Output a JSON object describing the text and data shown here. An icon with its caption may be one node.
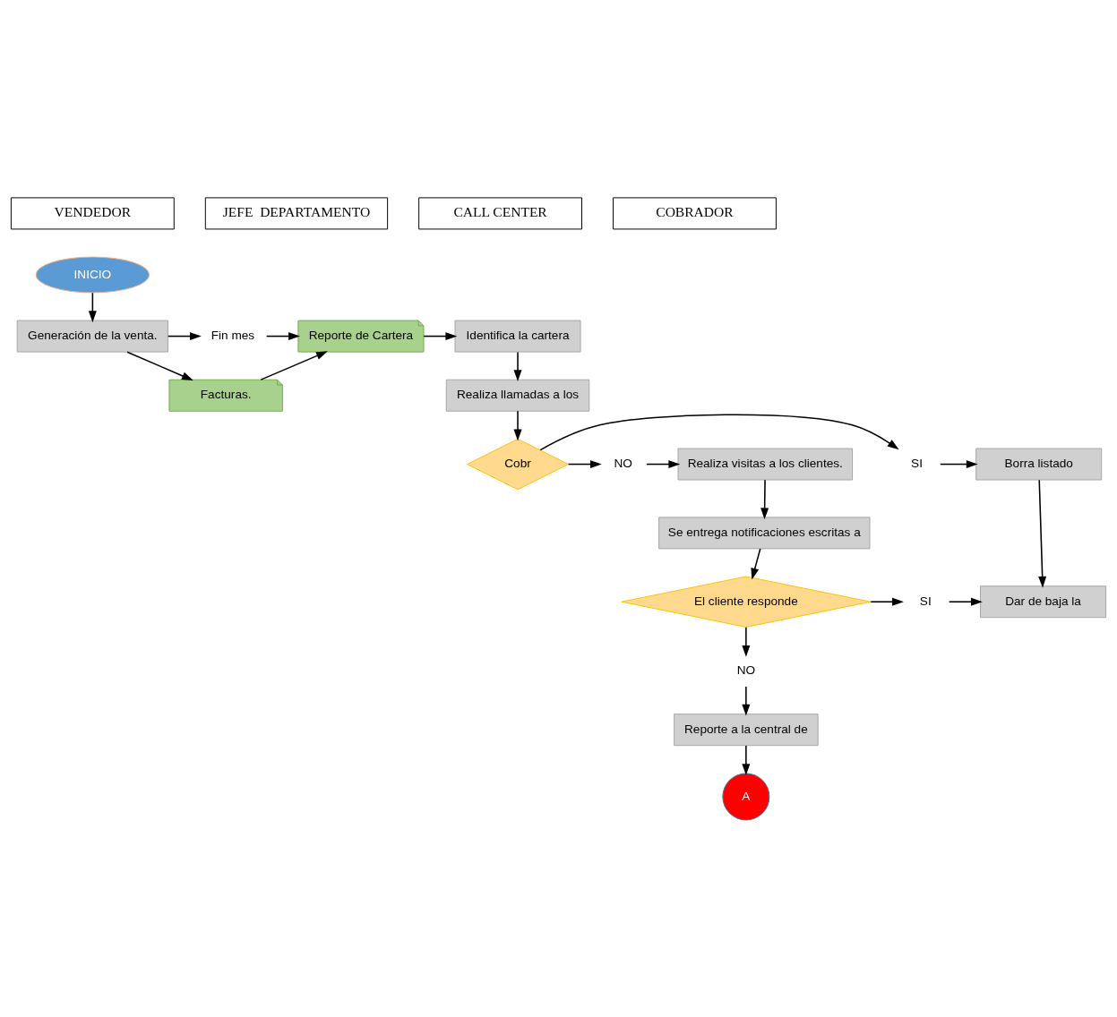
{
  "diagram": {
    "nodes": [
      {
        "text": [
          "INICIO"
        ]
      },
      {
        "text": [
          "Generación de la venta."
        ]
      },
      {
        "text": [
          "Fin mes"
        ]
      },
      {
        "text": [
          "Reporte de Cartera"
        ]
      },
      {
        "text": [
          "Facturas."
        ]
      },
      {
        "text": [
          "Identifica la cartera"
        ]
      },
      {
        "text": [
          "Realiza llamadas a los"
        ]
      },
      {
        "text": [
          "Cobr"
        ]
      },
      {
        "text": [
          "SI"
        ]
      },
      {
        "text": [
          "Borra listado"
        ]
      },
      {
        "text": [
          "NO"
        ]
      },
      {
        "text": [
          "Realiza visitas a los clientes."
        ]
      },
      {
        "text": [
          "Dar de baja la"
        ]
      },
      {
        "text": [
          "Se entrega notificaciones escritas a"
        ]
      },
      {
        "text": [
          "El cliente responde"
        ]
      },
      {
        "text": [
          "SI"
        ]
      },
      {
        "text": [
          "Reporte a la central de"
        ]
      },
      {
        "text": [
          "NO"
        ]
      },
      {
        "text": [
          "A"
        ]
      }
    ],
    "edges": [
      {
        "from": 0,
        "to": 1,
        "arrow": "to"
      },
      {
        "from": 1,
        "to": 2,
        "arrow": "to"
      },
      {
        "from": 2,
        "to": 3,
        "arrow": "to"
      },
      {
        "from": 1,
        "to": 4,
        "arrow": "to"
      },
      {
        "from": 4,
        "to": 3,
        "arrow": "to"
      },
      {
        "from": 3,
        "to": 5,
        "arrow": "to"
      },
      {
        "from": 5,
        "to": 6,
        "arrow": "to"
      },
      {
        "from": 6,
        "to": 7,
        "arrow": "to"
      },
      {
        "from": 7,
        "to": 8,
        "arrow": "to"
      },
      {
        "from": 8,
        "to": 9,
        "arrow": "to"
      },
      {
        "from": 7,
        "to": 10,
        "arrow": "to"
      },
      {
        "from": 10,
        "to": 11,
        "arrow": "to"
      },
      {
        "from": 9,
        "to": 12,
        "arrow": "to"
      },
      {
        "from": 11,
        "to": 13,
        "arrow": "to"
      },
      {
        "from": 13,
        "to": 14,
        "arrow": "to"
      },
      {
        "from": 14,
        "to": 15,
        "arrow": "to"
      },
      {
        "from": 15,
        "to": 12,
        "arrow": "to"
      },
      {
        "from": 14,
        "to": 17,
        "arrow": "to"
      },
      {
        "from": 17,
        "to": 16,
        "arrow": "to"
      },
      {
        "from": 16,
        "to": 18,
        "arrow": "to"
      }
    ],
    "labels": [
      "VENDEDOR",
      "JEFE  DEPARTAMENTO",
      "CALL CENTER",
      "COBRADOR"
    ]
  }
}
